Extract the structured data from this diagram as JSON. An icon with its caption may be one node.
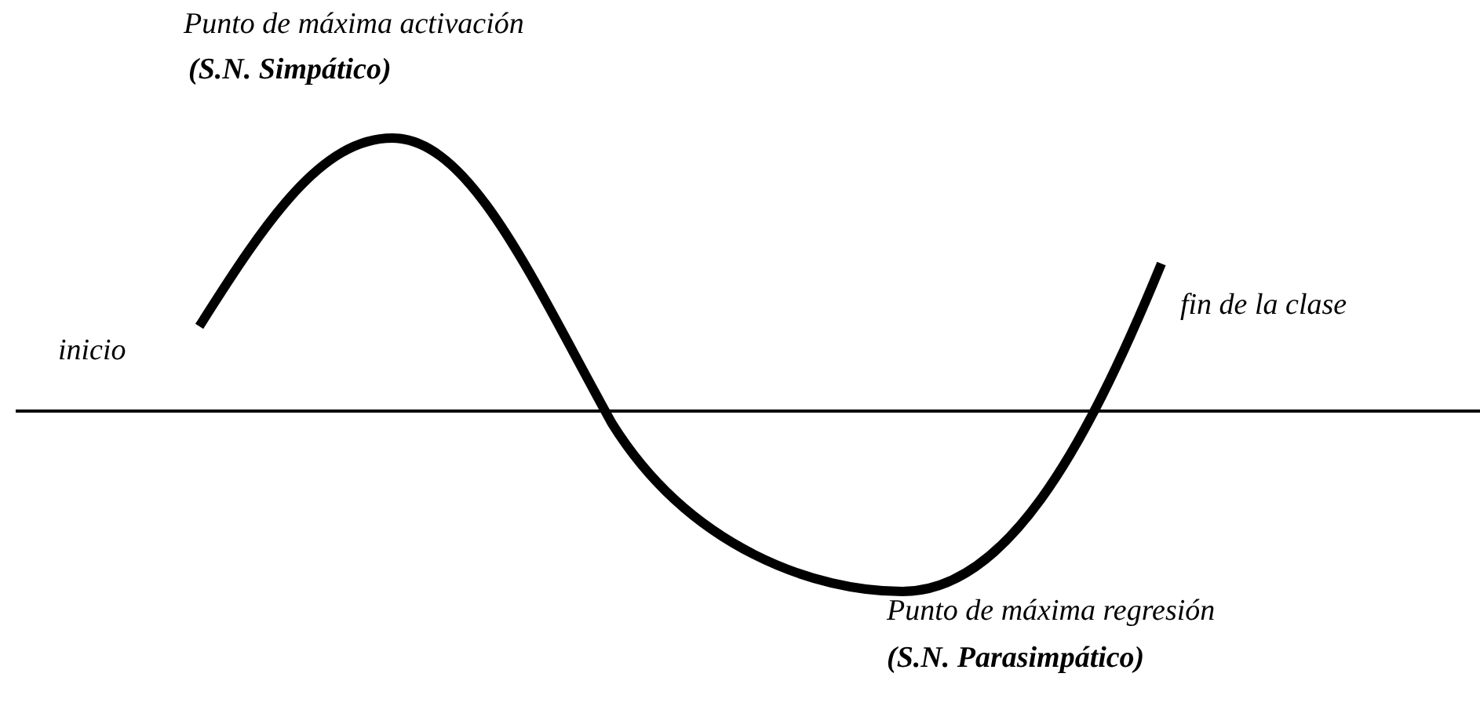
{
  "diagram": {
    "labels": [
      "Punto de máxima activación",
      "(S.N. Simpático)",
      "inicio",
      "fin de la clase",
      "Punto de máxima regresión",
      "(S.N. Parasimpático)"
    ]
  }
}
